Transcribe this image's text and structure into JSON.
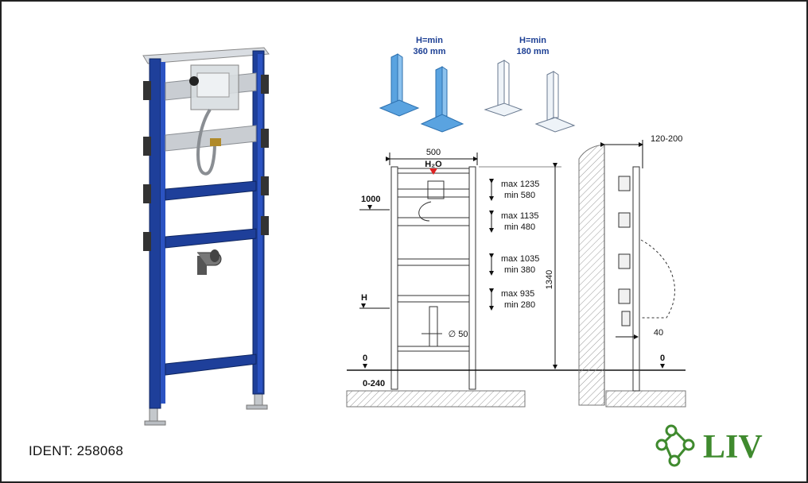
{
  "ident": "IDENT: 258068",
  "logo_text": "LIV",
  "brand_color": "#3f8a2e",
  "frame_color": "#1e3f9a",
  "variants": [
    {
      "label_line1": "H=min",
      "label_line2": "360 mm",
      "color": "#5aa3e0"
    },
    {
      "label_line1": "H=min",
      "label_line2": "180 mm",
      "color": "#e8eef6"
    }
  ],
  "dimensions": {
    "width": "500",
    "height": "1340",
    "wall_gap": "120-200",
    "h2o": "H₂O",
    "pipe": "∅ 50",
    "offset": "40",
    "floor": "0-240",
    "level_1000": "1000",
    "level_h": "H",
    "level_zero_left": "0",
    "level_zero_right": "0"
  },
  "ranges": [
    {
      "max": "max 1235",
      "min": "min 580"
    },
    {
      "max": "max 1135",
      "min": "min 480"
    },
    {
      "max": "max 1035",
      "min": "min 380"
    },
    {
      "max": "max 935",
      "min": "min 280"
    }
  ]
}
